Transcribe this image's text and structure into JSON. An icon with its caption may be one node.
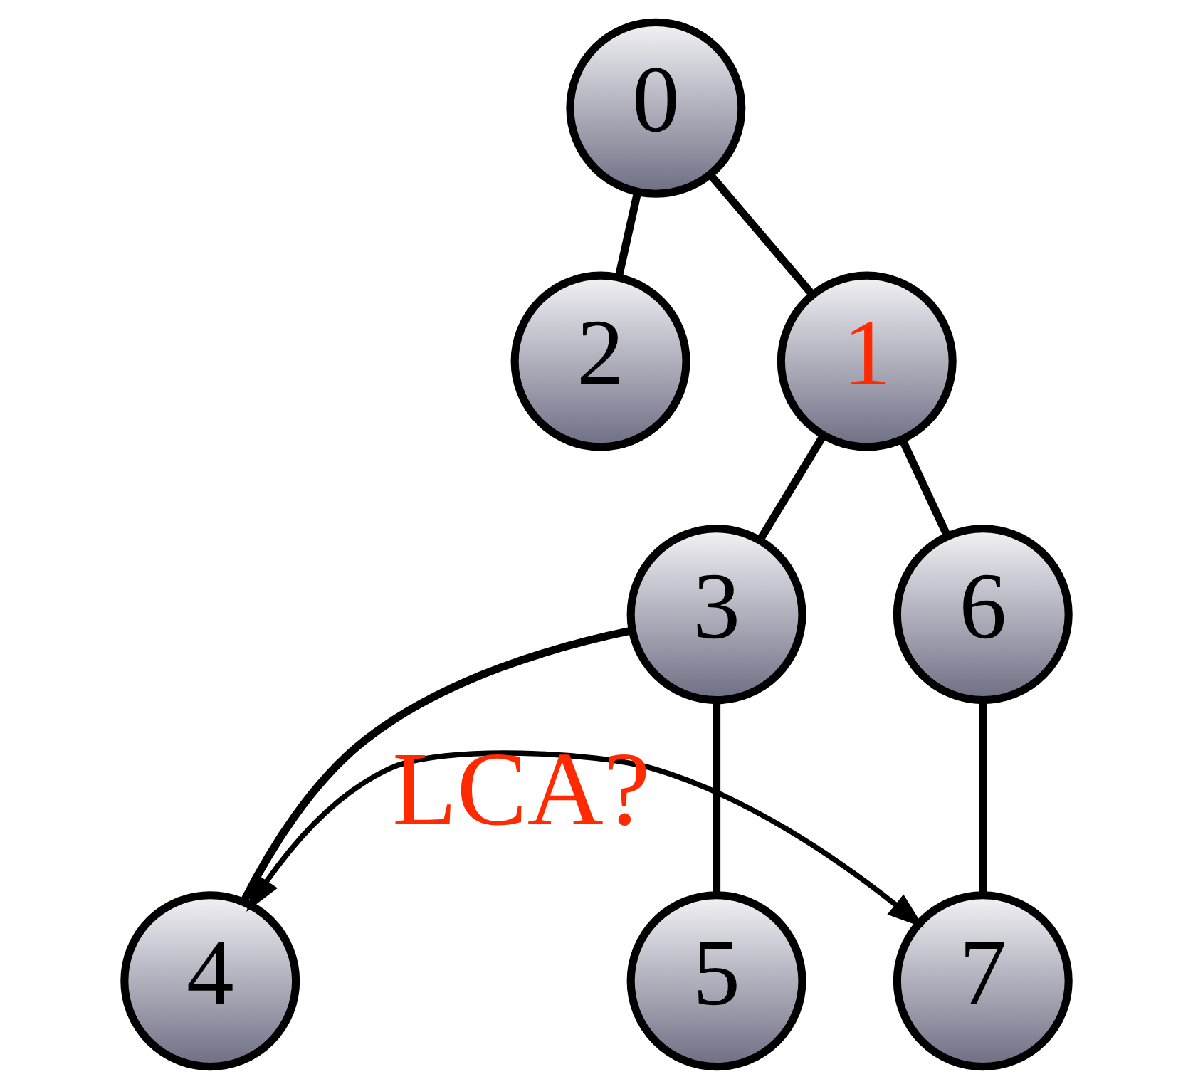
{
  "diagram": {
    "nodes": [
      {
        "text": [
          "0"
        ]
      },
      {
        "text": [
          "2"
        ]
      },
      {
        "text": [
          "1"
        ]
      },
      {
        "text": [
          "3"
        ]
      },
      {
        "text": [
          "6"
        ]
      },
      {
        "text": [
          "4"
        ]
      },
      {
        "text": [
          "5"
        ]
      },
      {
        "text": [
          "7"
        ]
      }
    ],
    "edges": [
      {
        "from": 0,
        "to": 1,
        "arrow": "none"
      },
      {
        "from": 0,
        "to": 2,
        "arrow": "none"
      },
      {
        "from": 2,
        "to": 3,
        "arrow": "none"
      },
      {
        "from": 2,
        "to": 4,
        "arrow": "none"
      },
      {
        "from": 3,
        "to": 5,
        "arrow": "none"
      },
      {
        "from": 3,
        "to": 6,
        "arrow": "none"
      },
      {
        "from": 4,
        "to": 7,
        "arrow": "none"
      },
      {
        "from": 5,
        "to": 7,
        "arrow": "both",
        "label": "LCA?"
      }
    ]
  }
}
